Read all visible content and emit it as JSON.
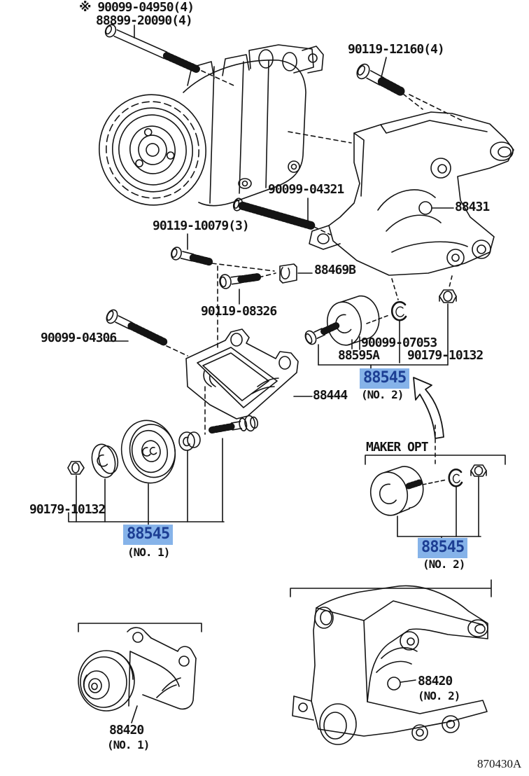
{
  "figure": {
    "code": "870430A",
    "description": "Exploded parts diagram of compressor mounting brackets and idler pulleys"
  },
  "colors": {
    "highlight_bg": "#86b3e9",
    "highlight_text": "#1c3e93",
    "line_color": "#141414"
  },
  "callouts": {
    "note_bolt_a": "※ 90099-04950(4)",
    "note_bolt_b": "88899-20090(4)",
    "bolt_12160": "90119-12160(4)",
    "stud_04321": "90099-04321",
    "bracket_88431": "88431",
    "bolt_10079": "90119-10079(3)",
    "spacer_88469b": "88469B",
    "bolt_08326": "90119-08326",
    "bolt_04306": "90099-04306",
    "washer_07053": "90099-07053",
    "collar_88595a": "88595A",
    "nut_10132_right": "90179-10132",
    "idler2_part": "88545",
    "idler2_no": "(NO. 2)",
    "bracket_88444": "88444",
    "nut_10132_left": "90179-10132",
    "idler1_part": "88545",
    "idler1_no": "(NO. 1)",
    "maker_opt": "MAKER OPT",
    "maker_part": "88545",
    "maker_no": "(NO. 2)",
    "bracket2_88420": "88420",
    "bracket2_no": "(NO. 2)",
    "pump_88420": "88420",
    "pump_no": "(NO. 1)"
  }
}
